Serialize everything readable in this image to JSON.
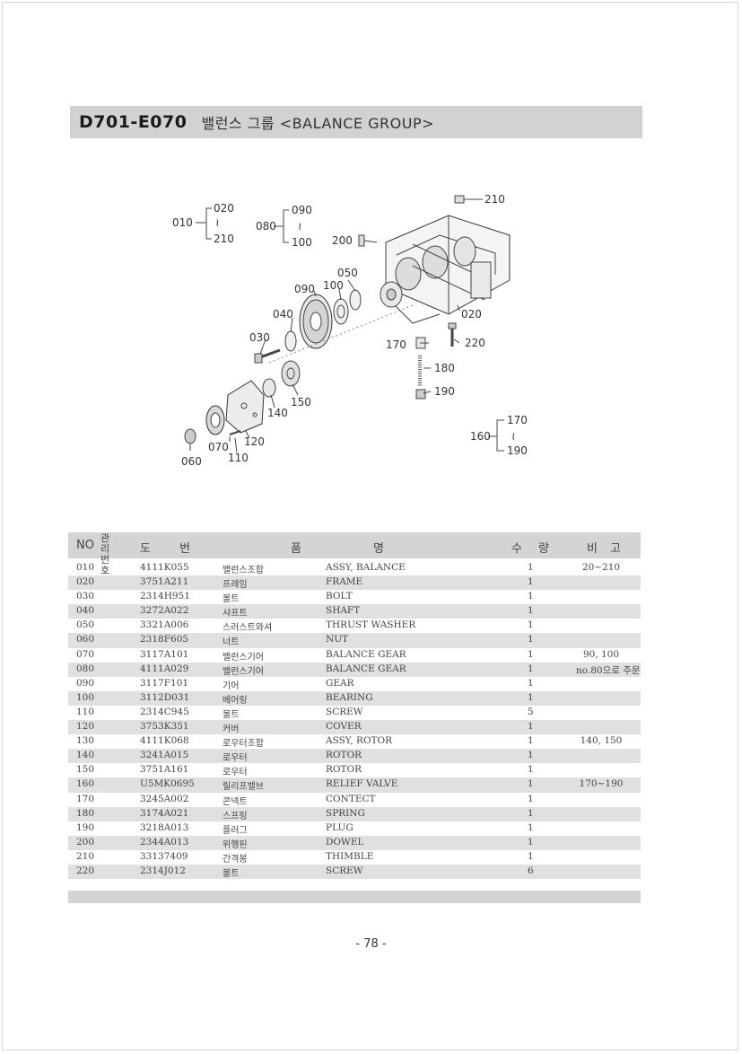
{
  "header": {
    "code": "D701-E070",
    "name": "밸런스 그룹 <BALANCE GROUP>"
  },
  "diagram": {
    "labels": {
      "l020a": "020",
      "l010": "010",
      "l210a": "210",
      "tilde1": "≀",
      "l090a": "090",
      "l080": "080",
      "l100a": "100",
      "tilde2": "≀",
      "l210b": "210",
      "l200": "200",
      "l050": "050",
      "l090b": "090",
      "l100b": "100",
      "l040": "040",
      "l030": "030",
      "l020b": "020",
      "l170a": "170",
      "l220": "220",
      "l180": "180",
      "l190a": "190",
      "l150": "150",
      "l140": "140",
      "l120": "120",
      "l070": "070",
      "l110": "110",
      "l060": "060",
      "l170b": "170",
      "l160": "160",
      "tilde3": "≀",
      "l190b": "190"
    }
  },
  "table": {
    "headers": {
      "no": "NO",
      "mgmt": "관리번호",
      "drawing_a": "도",
      "drawing_b": "번",
      "name_a": "품",
      "name_b": "명",
      "qty_a": "수",
      "qty_b": "량",
      "remark_a": "비",
      "remark_b": "고"
    },
    "rows": [
      {
        "no": "010",
        "part": "4111K055",
        "kor": "밸런스조합",
        "eng": "ASSY, BALANCE",
        "qty": "1",
        "remark": "20~210"
      },
      {
        "no": "020",
        "part": "3751A211",
        "kor": "프레임",
        "eng": "FRAME",
        "qty": "1",
        "remark": ""
      },
      {
        "no": "030",
        "part": "2314H951",
        "kor": "볼트",
        "eng": "BOLT",
        "qty": "1",
        "remark": ""
      },
      {
        "no": "040",
        "part": "3272A022",
        "kor": "샤프트",
        "eng": "SHAFT",
        "qty": "1",
        "remark": ""
      },
      {
        "no": "050",
        "part": "3321A006",
        "kor": "스러스트와셔",
        "eng": "THRUST WASHER",
        "qty": "1",
        "remark": ""
      },
      {
        "no": "060",
        "part": "2318F605",
        "kor": "너트",
        "eng": "NUT",
        "qty": "1",
        "remark": ""
      },
      {
        "no": "070",
        "part": "3117A101",
        "kor": "밸런스기어",
        "eng": "BALANCE GEAR",
        "qty": "1",
        "remark": "90, 100"
      },
      {
        "no": "080",
        "part": "4111A029",
        "kor": "밸런스기어",
        "eng": "BALANCE GEAR",
        "qty": "1",
        "remark": "no.80으로 주문"
      },
      {
        "no": "090",
        "part": "3117F101",
        "kor": "기어",
        "eng": "GEAR",
        "qty": "1",
        "remark": ""
      },
      {
        "no": "100",
        "part": "3112D031",
        "kor": "베어링",
        "eng": "BEARING",
        "qty": "1",
        "remark": ""
      },
      {
        "no": "110",
        "part": "2314C945",
        "kor": "볼트",
        "eng": "SCREW",
        "qty": "5",
        "remark": ""
      },
      {
        "no": "120",
        "part": "3753K351",
        "kor": "커버",
        "eng": "COVER",
        "qty": "1",
        "remark": ""
      },
      {
        "no": "130",
        "part": "4111K068",
        "kor": "로우터조합",
        "eng": "ASSY, ROTOR",
        "qty": "1",
        "remark": "140, 150"
      },
      {
        "no": "140",
        "part": "3241A015",
        "kor": "로우터",
        "eng": "ROTOR",
        "qty": "1",
        "remark": ""
      },
      {
        "no": "150",
        "part": "3751A161",
        "kor": "로우터",
        "eng": "ROTOR",
        "qty": "1",
        "remark": ""
      },
      {
        "no": "160",
        "part": "U5MK0695",
        "kor": "릴리프밸브",
        "eng": "RELIEF VALVE",
        "qty": "1",
        "remark": "170~190"
      },
      {
        "no": "170",
        "part": "3245A002",
        "kor": "콘넥트",
        "eng": "CONTECT",
        "qty": "1",
        "remark": ""
      },
      {
        "no": "180",
        "part": "3174A021",
        "kor": "스프링",
        "eng": "SPRING",
        "qty": "1",
        "remark": ""
      },
      {
        "no": "190",
        "part": "3218A013",
        "kor": "플러그",
        "eng": "PLUG",
        "qty": "1",
        "remark": ""
      },
      {
        "no": "200",
        "part": "2344A013",
        "kor": "위행핀",
        "eng": "DOWEL",
        "qty": "1",
        "remark": ""
      },
      {
        "no": "210",
        "part": "33137409",
        "kor": "간격봉",
        "eng": "THIMBLE",
        "qty": "1",
        "remark": ""
      },
      {
        "no": "220",
        "part": "2314J012",
        "kor": "볼트",
        "eng": "SCREW",
        "qty": "6",
        "remark": ""
      }
    ]
  },
  "footer": {
    "page": "- 78 -"
  }
}
